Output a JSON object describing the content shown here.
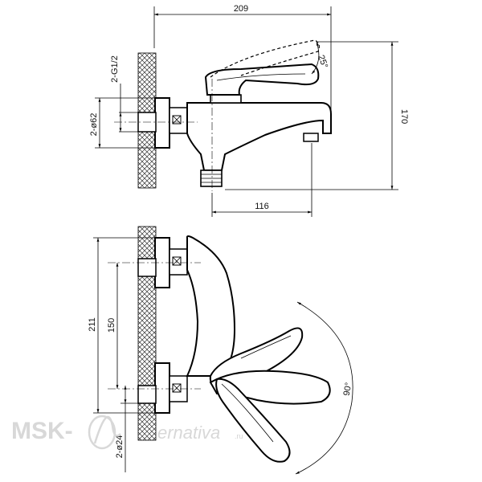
{
  "dimensions": {
    "top_width": "209",
    "height": "170",
    "spout_reach": "116",
    "angle_top": "25°",
    "thread": "2-G1/2",
    "flange_top": "2-ø62",
    "total_height": "211",
    "center_distance": "150",
    "flange_bottom": "2-ø24",
    "angle_bottom": "90°"
  },
  "watermark": {
    "brand": "MSK-",
    "suffix": "ernativa",
    "tld": ".ru"
  }
}
